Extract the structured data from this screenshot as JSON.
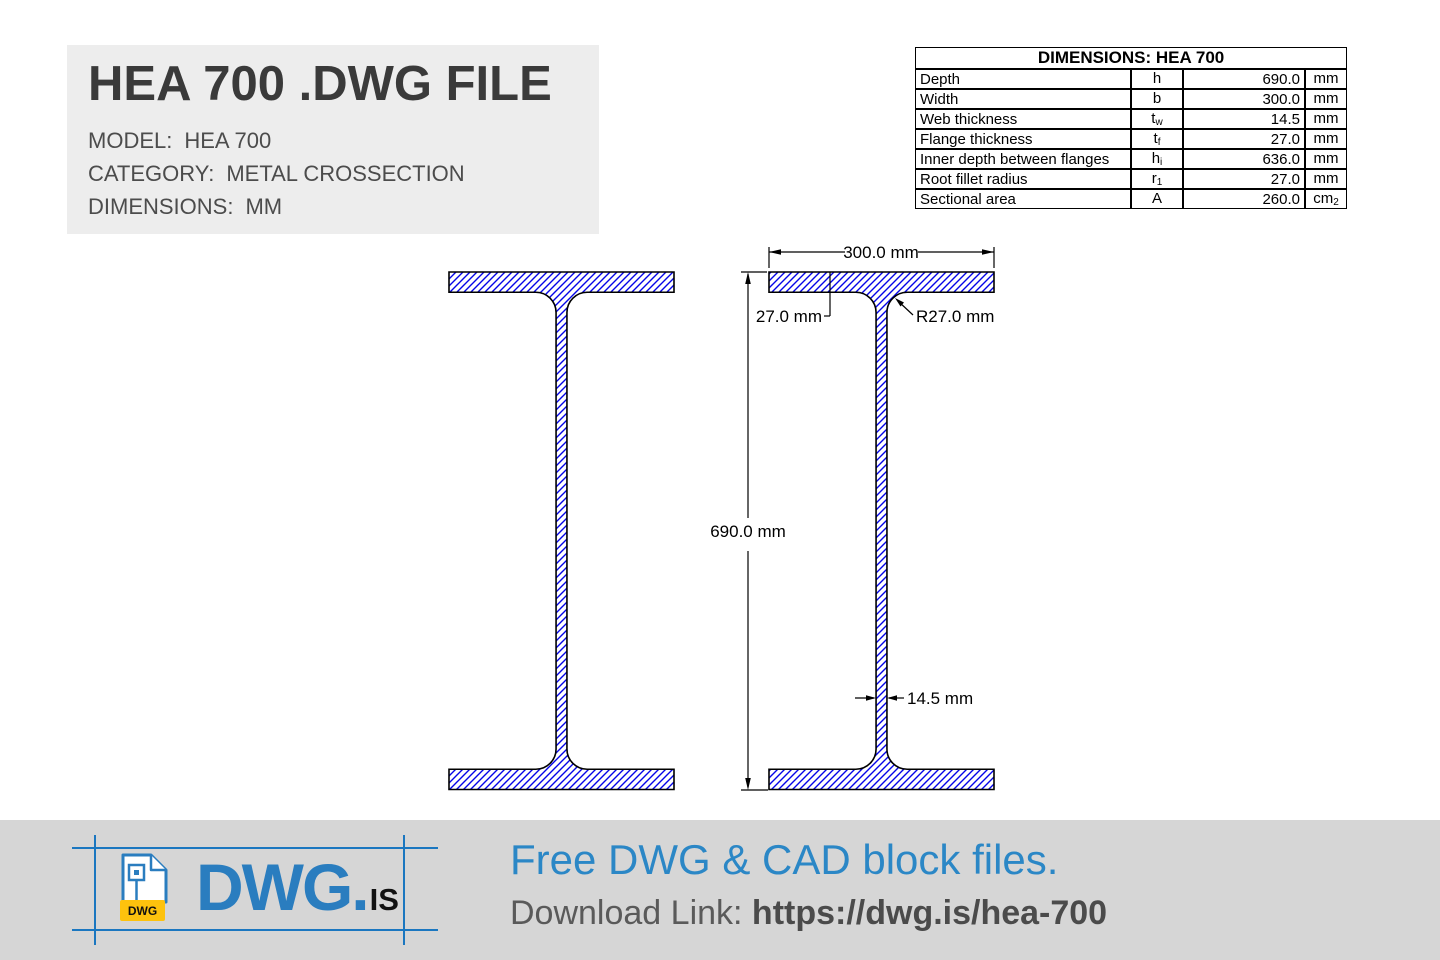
{
  "header": {
    "title": "HEA 700 .DWG FILE",
    "fields": [
      {
        "label": "MODEL:",
        "value": "HEA 700"
      },
      {
        "label": "CATEGORY:",
        "value": "METAL CROSSECTION"
      },
      {
        "label": "DIMENSIONS:",
        "value": "MM"
      }
    ]
  },
  "dimensions_table": {
    "title": "DIMENSIONS: HEA 700",
    "rows": [
      {
        "label": "Depth",
        "sym": "h",
        "sym_sub": "",
        "value": "690.0",
        "unit": "mm",
        "unit_sub": ""
      },
      {
        "label": "Width",
        "sym": "b",
        "sym_sub": "",
        "value": "300.0",
        "unit": "mm",
        "unit_sub": ""
      },
      {
        "label": "Web thickness",
        "sym": "t",
        "sym_sub": "w",
        "value": "14.5",
        "unit": "mm",
        "unit_sub": ""
      },
      {
        "label": "Flange thickness",
        "sym": "t",
        "sym_sub": "f",
        "value": "27.0",
        "unit": "mm",
        "unit_sub": ""
      },
      {
        "label": "Inner depth between flanges",
        "sym": "h",
        "sym_sub": "i",
        "value": "636.0",
        "unit": "mm",
        "unit_sub": ""
      },
      {
        "label": "Root fillet radius",
        "sym": "r",
        "sym_sub": "1",
        "value": "27.0",
        "unit": "mm",
        "unit_sub": ""
      },
      {
        "label": "Sectional area",
        "sym": "A",
        "sym_sub": "",
        "value": "260.0",
        "unit": "cm",
        "unit_sub": "2"
      }
    ]
  },
  "drawing": {
    "beam": {
      "depth_mm": 690,
      "width_mm": 300,
      "web_mm": 14.5,
      "flange_mm": 27,
      "fillet_mm": 27
    },
    "labels": {
      "width": "300.0 mm",
      "flange": "27.0 mm",
      "fillet": "R27.0 mm",
      "depth": "690.0 mm",
      "web": "14.5 mm"
    }
  },
  "theme": {
    "accent_blue": "#2b87c6",
    "logo_blue": "#2a7dbf",
    "crosshair_blue": "#1b77c0",
    "label_yellow": "#fdc20d",
    "panel_gray": "#ededed",
    "footer_gray": "#d6d6d6",
    "hatch_blue": "#0505e8",
    "outline_black": "#000000"
  },
  "footer": {
    "logo": {
      "file_label": "DWG",
      "wordmark": "DWG",
      "dot": ".",
      "suffix": "IS"
    },
    "tagline": "Free DWG & CAD block files.",
    "download_label": "Download Link: ",
    "download_url": "https://dwg.is/hea-700"
  }
}
